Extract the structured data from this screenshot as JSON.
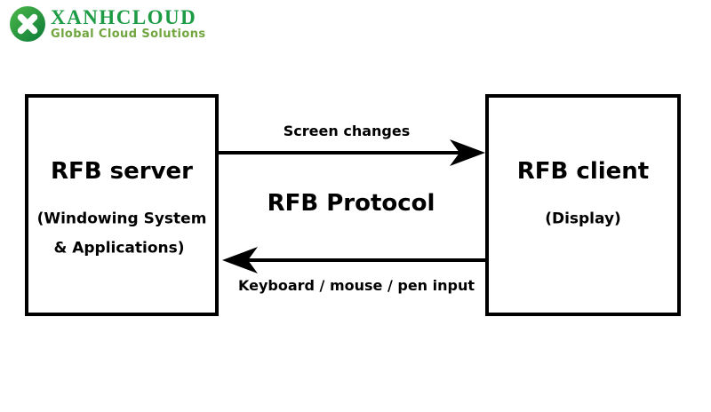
{
  "logo": {
    "brand": "XANHCLOUD",
    "tagline": "Global Cloud Solutions",
    "colors": {
      "brand_text": "#1E9C45",
      "tagline_text": "#71A53F",
      "badge_gradient_start": "#4DB849",
      "badge_gradient_end": "#0B7A38",
      "badge_x": "#FFFFFF"
    }
  },
  "diagram": {
    "background": "#FFFFFF",
    "line_color": "#000000",
    "server_box": {
      "title": "RFB server",
      "subtitle_line1": "(Windowing System",
      "subtitle_line2": "& Applications)"
    },
    "client_box": {
      "title": "RFB client",
      "subtitle": "(Display)"
    },
    "protocol_label": "RFB Protocol",
    "arrows": {
      "top": {
        "label": "Screen changes",
        "direction": "right"
      },
      "bottom": {
        "label": "Keyboard / mouse / pen input",
        "direction": "left"
      }
    }
  }
}
